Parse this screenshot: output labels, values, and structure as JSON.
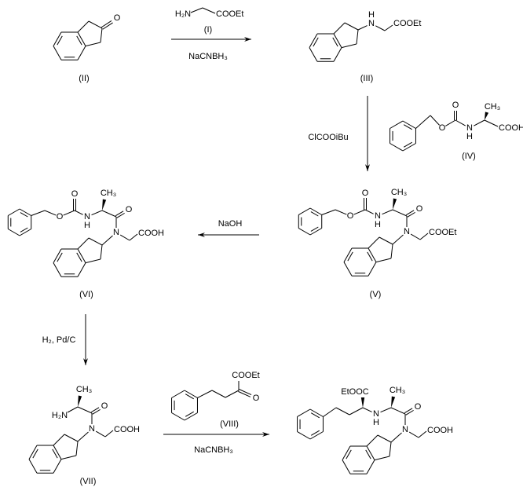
{
  "scheme": {
    "compounds": {
      "I": {
        "label": "(I)",
        "atoms": [
          "H₂N",
          "COOEt"
        ]
      },
      "II": {
        "label": "(II)",
        "atoms": [
          "O"
        ]
      },
      "III": {
        "label": "(III)",
        "atoms": [
          "N",
          "H",
          "COOEt"
        ]
      },
      "IV": {
        "label": "(IV)",
        "atoms": [
          "O",
          "O",
          "N",
          "H",
          "CH₃",
          "COOH"
        ]
      },
      "V": {
        "label": "(V)",
        "atoms": [
          "N",
          "O",
          "CH₃",
          "COOEt",
          "N",
          "H",
          "O",
          "O"
        ]
      },
      "VI": {
        "label": "(VI)",
        "atoms": [
          "N",
          "O",
          "CH₃",
          "COOH",
          "N",
          "H",
          "O",
          "O"
        ]
      },
      "VII": {
        "label": "(VII)",
        "atoms": [
          "N",
          "O",
          "CH₃",
          "COOH",
          "H₂N"
        ]
      },
      "VIII": {
        "label": "(VIII)",
        "atoms": [
          "COOEt",
          "O"
        ]
      },
      "product": {
        "atoms": [
          "N",
          "O",
          "CH₃",
          "COOH",
          "N",
          "H",
          "EtOOC"
        ]
      }
    },
    "reagents": {
      "step1": "NaCNBH₃",
      "step2": "ClCOOiBu",
      "step3": "NaOH",
      "step4": "H₂, Pd/C",
      "step5": "NaCNBH₃"
    }
  }
}
